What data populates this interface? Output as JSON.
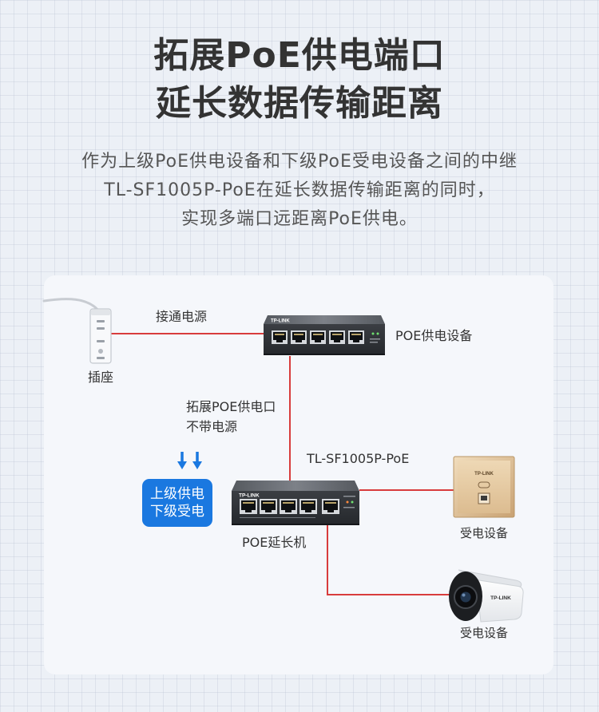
{
  "header": {
    "title_line1": "拓展PoE供电端口",
    "title_line2": "延长数据传输距离",
    "desc_line1": "作为上级PoE供电设备和下级PoE受电设备之间的中继",
    "desc_line2": "TL-SF1005P-PoE在延长数据传输距离的同时，",
    "desc_line3": "实现多端口远距离PoE供电。"
  },
  "diagram": {
    "socket_label": "插座",
    "power_link_label": "接通电源",
    "poe_source_label": "POE供电设备",
    "uplink_label_line1": "拓展POE供电口",
    "uplink_label_line2": "不带电源",
    "model_label": "TL-SF1005P-PoE",
    "extender_label": "POE延长机",
    "badge": {
      "line1": "上级供电",
      "line2": "下级受电"
    },
    "powered_device_ap_label": "受电设备",
    "powered_device_camera_label": "受电设备",
    "brand_logo": "TP-LINK",
    "icons": {
      "socket": "socket-icon",
      "poe_source": "poe-switch-icon",
      "extender": "poe-extender-icon",
      "arrows": "down-arrow-icon",
      "ap": "panel-ap-icon",
      "camera": "bullet-camera-icon"
    }
  },
  "colors": {
    "title_text": "#333333",
    "body_text": "#555555",
    "link_line": "#d83c3c",
    "accent_blue": "#1a78e0",
    "badge_text": "#ffffff",
    "panel_gold": "#dcbc90",
    "switch_body": "#2b2e32"
  }
}
